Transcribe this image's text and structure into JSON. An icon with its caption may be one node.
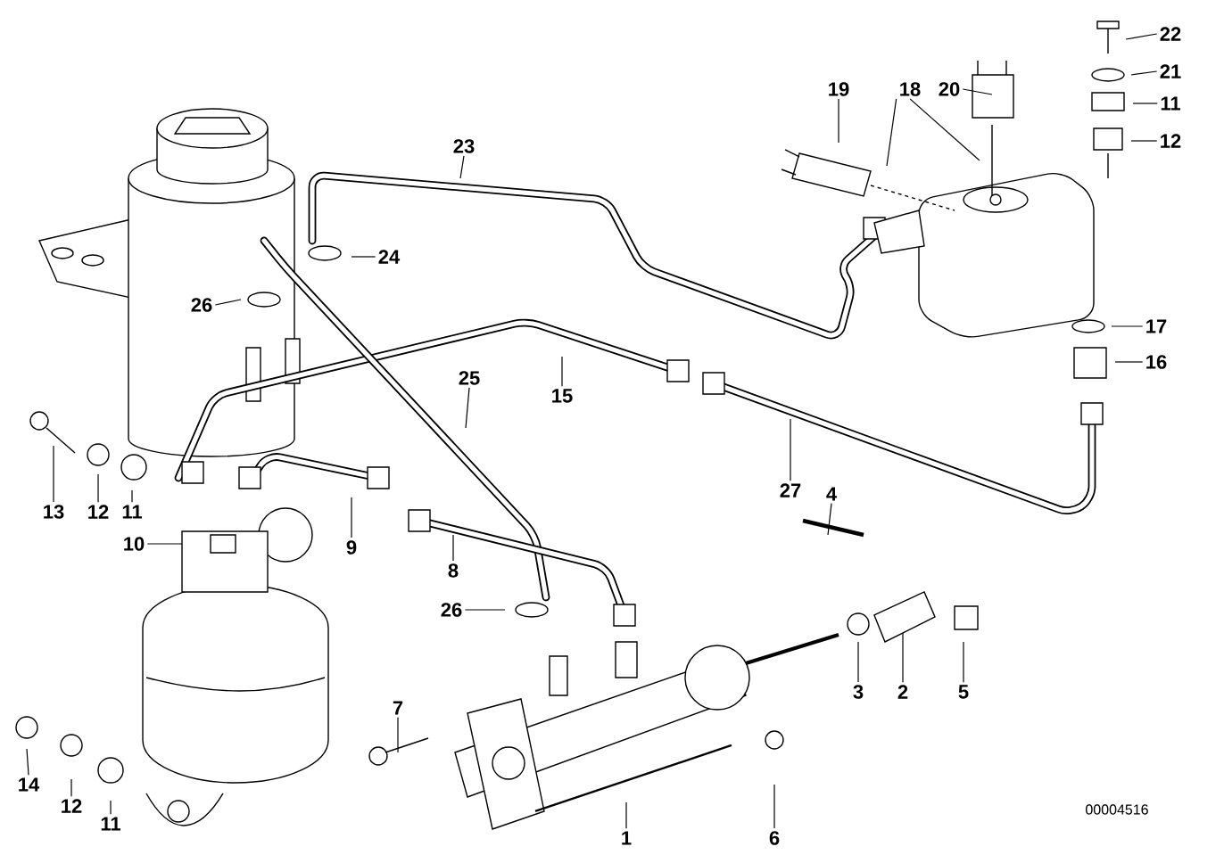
{
  "diagram": {
    "nodes": [
      {
        "text": [
          "22"
        ]
      },
      {
        "text": [
          "21"
        ]
      },
      {
        "text": [
          "11"
        ]
      },
      {
        "text": [
          "12"
        ]
      },
      {
        "text": [
          "19"
        ]
      },
      {
        "text": [
          "18"
        ]
      },
      {
        "text": [
          "20"
        ]
      },
      {
        "text": [
          "23"
        ]
      },
      {
        "text": [
          "24"
        ]
      },
      {
        "text": [
          "26"
        ]
      },
      {
        "text": [
          "25"
        ]
      },
      {
        "text": [
          "15"
        ]
      },
      {
        "text": [
          "17"
        ]
      },
      {
        "text": [
          "16"
        ]
      },
      {
        "text": [
          "27"
        ]
      },
      {
        "text": [
          "4"
        ]
      },
      {
        "text": [
          "13"
        ]
      },
      {
        "text": [
          "12"
        ]
      },
      {
        "text": [
          "11"
        ]
      },
      {
        "text": [
          "10"
        ]
      },
      {
        "text": [
          "9"
        ]
      },
      {
        "text": [
          "8"
        ]
      },
      {
        "text": [
          "26"
        ]
      },
      {
        "text": [
          "3"
        ]
      },
      {
        "text": [
          "2"
        ]
      },
      {
        "text": [
          "5"
        ]
      },
      {
        "text": [
          "7"
        ]
      },
      {
        "text": [
          "14"
        ]
      },
      {
        "text": [
          "12"
        ]
      },
      {
        "text": [
          "11"
        ]
      },
      {
        "text": [
          "1"
        ]
      },
      {
        "text": [
          "6"
        ]
      }
    ],
    "edges": [
      {
        "from": 0,
        "to": null,
        "arrow": "none"
      },
      {
        "from": 1,
        "to": null,
        "arrow": "none"
      },
      {
        "from": 2,
        "to": null,
        "arrow": "none"
      },
      {
        "from": 3,
        "to": null,
        "arrow": "none"
      },
      {
        "from": 4,
        "to": null,
        "arrow": "none"
      },
      {
        "from": 5,
        "to": null,
        "arrow": "none"
      },
      {
        "from": 5,
        "to": null,
        "arrow": "none"
      },
      {
        "from": 6,
        "to": null,
        "arrow": "none"
      },
      {
        "from": 7,
        "to": null,
        "arrow": "none"
      },
      {
        "from": 8,
        "to": null,
        "arrow": "none"
      },
      {
        "from": 9,
        "to": null,
        "arrow": "none"
      },
      {
        "from": 10,
        "to": null,
        "arrow": "none"
      },
      {
        "from": 11,
        "to": null,
        "arrow": "none"
      },
      {
        "from": 12,
        "to": null,
        "arrow": "none"
      },
      {
        "from": 13,
        "to": null,
        "arrow": "none"
      },
      {
        "from": 14,
        "to": null,
        "arrow": "none"
      },
      {
        "from": 15,
        "to": null,
        "arrow": "none"
      },
      {
        "from": 16,
        "to": null,
        "arrow": "none"
      },
      {
        "from": 17,
        "to": null,
        "arrow": "none"
      },
      {
        "from": 18,
        "to": null,
        "arrow": "none"
      },
      {
        "from": 19,
        "to": null,
        "arrow": "none"
      },
      {
        "from": 20,
        "to": null,
        "arrow": "none"
      },
      {
        "from": 21,
        "to": null,
        "arrow": "none"
      },
      {
        "from": 22,
        "to": null,
        "arrow": "none"
      },
      {
        "from": 23,
        "to": null,
        "arrow": "none"
      },
      {
        "from": 24,
        "to": null,
        "arrow": "none"
      },
      {
        "from": 25,
        "to": null,
        "arrow": "none"
      },
      {
        "from": 26,
        "to": null,
        "arrow": "none"
      },
      {
        "from": 27,
        "to": null,
        "arrow": "none"
      },
      {
        "from": 28,
        "to": null,
        "arrow": "none"
      },
      {
        "from": 29,
        "to": null,
        "arrow": "none"
      },
      {
        "from": 30,
        "to": null,
        "arrow": "none"
      },
      {
        "from": 31,
        "to": null,
        "arrow": "none"
      }
    ],
    "labels": [
      "00004516"
    ]
  }
}
